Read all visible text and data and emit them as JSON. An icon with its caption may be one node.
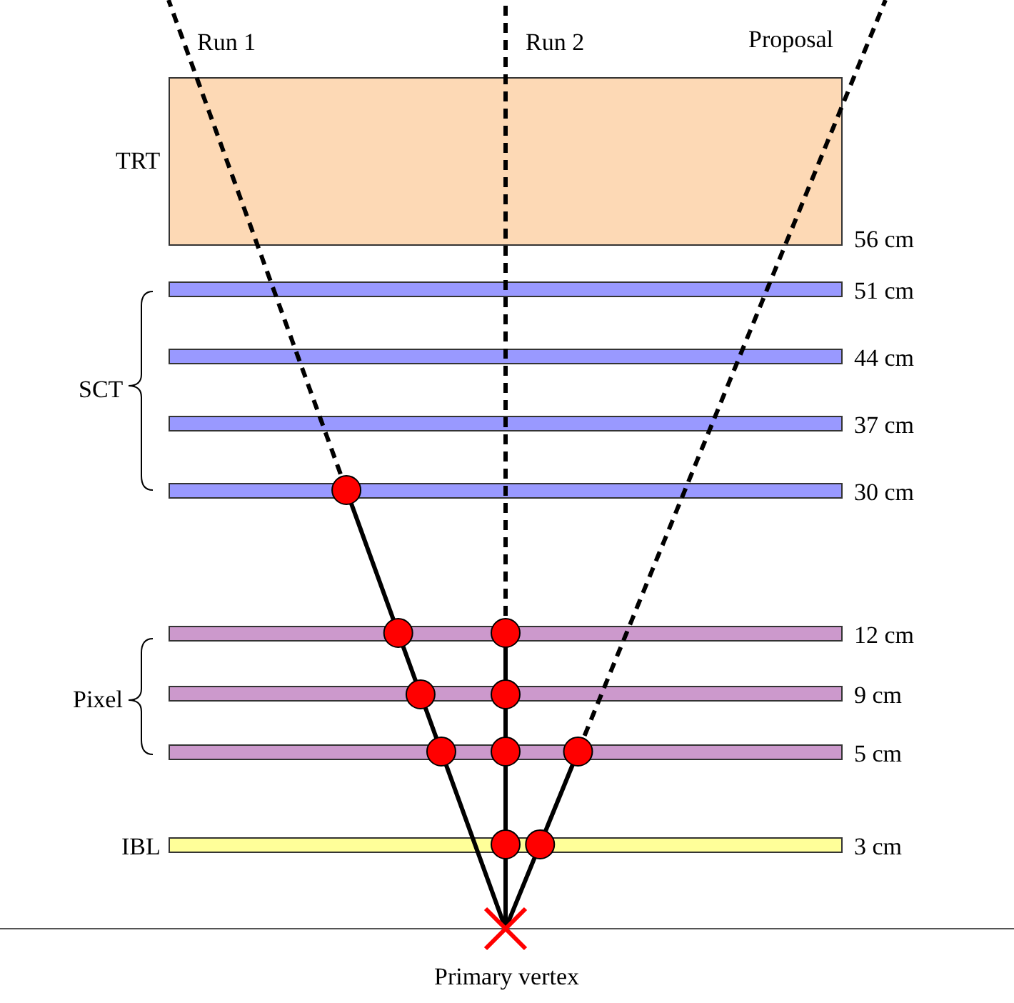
{
  "diagram": {
    "nodes": [
      {
        "text": [],
        "shape": "box",
        "beside": [
          "TRT",
          "56 cm"
        ]
      },
      {
        "text": [],
        "shape": "bar",
        "beside": [
          "51 cm"
        ]
      },
      {
        "text": [],
        "shape": "bar",
        "beside": [
          "44 cm"
        ]
      },
      {
        "text": [],
        "shape": "bar",
        "beside": [
          "37 cm"
        ]
      },
      {
        "text": [],
        "shape": "bar",
        "beside": [
          "30 cm"
        ]
      },
      {
        "text": [],
        "shape": "bar",
        "beside": [
          "12 cm"
        ]
      },
      {
        "text": [],
        "shape": "bar",
        "beside": [
          "9 cm"
        ]
      },
      {
        "text": [],
        "shape": "bar",
        "beside": [
          "5 cm"
        ]
      },
      {
        "text": [],
        "shape": "bar",
        "beside": [
          "IBL",
          "3 cm"
        ]
      }
    ],
    "edges": [],
    "labels": [
      "Run 1",
      "Run 2",
      "Proposal",
      "SCT",
      "Pixel",
      "Primary vertex"
    ]
  }
}
